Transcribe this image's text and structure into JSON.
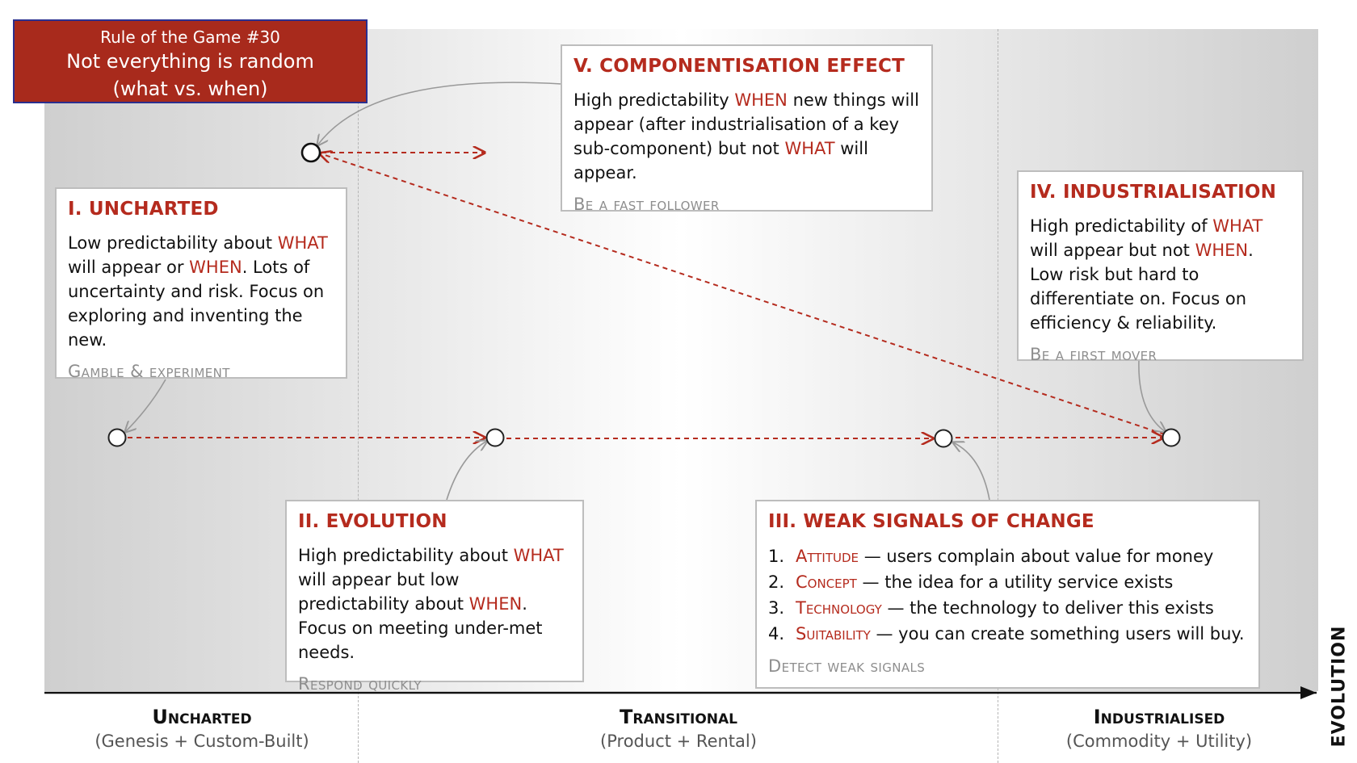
{
  "rule": {
    "subtitle": "Rule of the Game #30",
    "title_line1": "Not everything is random",
    "title_line2": "(what vs. when)"
  },
  "boxes": {
    "uncharted": {
      "title": "I.  UNCHARTED",
      "p1": "Low predictability about ",
      "h1": "WHAT",
      "p2": " will appear or ",
      "h2": "WHEN",
      "p3": ".  Lots of uncertainty and risk. Focus on exploring and inventing the new.",
      "action": "Gamble & experiment"
    },
    "evolution": {
      "title": "II. EVOLUTION",
      "p1": "High predictability about ",
      "h1": "WHAT",
      "p2": " will appear but low predictability about ",
      "h2": "WHEN",
      "p3": ". Focus on meeting under-met needs.",
      "action": "Respond quickly"
    },
    "weak_signals": {
      "title": "III. WEAK SIGNALS OF CHANGE",
      "items": [
        {
          "num": "1.",
          "term": "Attitude",
          "text": " — users complain about value for money"
        },
        {
          "num": "2.",
          "term": "Concept",
          "text": " — the idea for a utility service exists"
        },
        {
          "num": "3.",
          "term": "Technology",
          "text": " — the technology to deliver this exists"
        },
        {
          "num": "4.",
          "term": "Suitability",
          "text": " — you can create something users will buy."
        }
      ],
      "action": "Detect weak signals"
    },
    "industrialisation": {
      "title": "IV. INDUSTRIALISATION",
      "p1": "High predictability of ",
      "h1": "WHAT",
      "p2": " will appear but not ",
      "h2": "WHEN",
      "p3": ". Low risk but hard to differentiate on. Focus on efficiency & reliability.",
      "action": "Be a first mover"
    },
    "componentisation": {
      "title": "V.  COMPONENTISATION EFFECT",
      "p1": "High predictability ",
      "h1": "WHEN",
      "p2": " new things will appear (after industrialisation of a key sub-component) but not ",
      "h2": "WHAT",
      "p3": " will appear.",
      "action": "Be a fast follower"
    }
  },
  "stages": [
    {
      "title": "Uncharted",
      "subtitle": "(Genesis + Custom-Built)"
    },
    {
      "title": "Transitional",
      "subtitle": "(Product + Rental)"
    },
    {
      "title": "Industrialised",
      "subtitle": "(Commodity + Utility)"
    }
  ],
  "axis": {
    "label": "EVOLUTION"
  },
  "colors": {
    "accent": "#b52b1e",
    "rule_bg": "#a82a1c",
    "rule_border": "#2a2f8f",
    "muted": "#8e8e8e"
  }
}
